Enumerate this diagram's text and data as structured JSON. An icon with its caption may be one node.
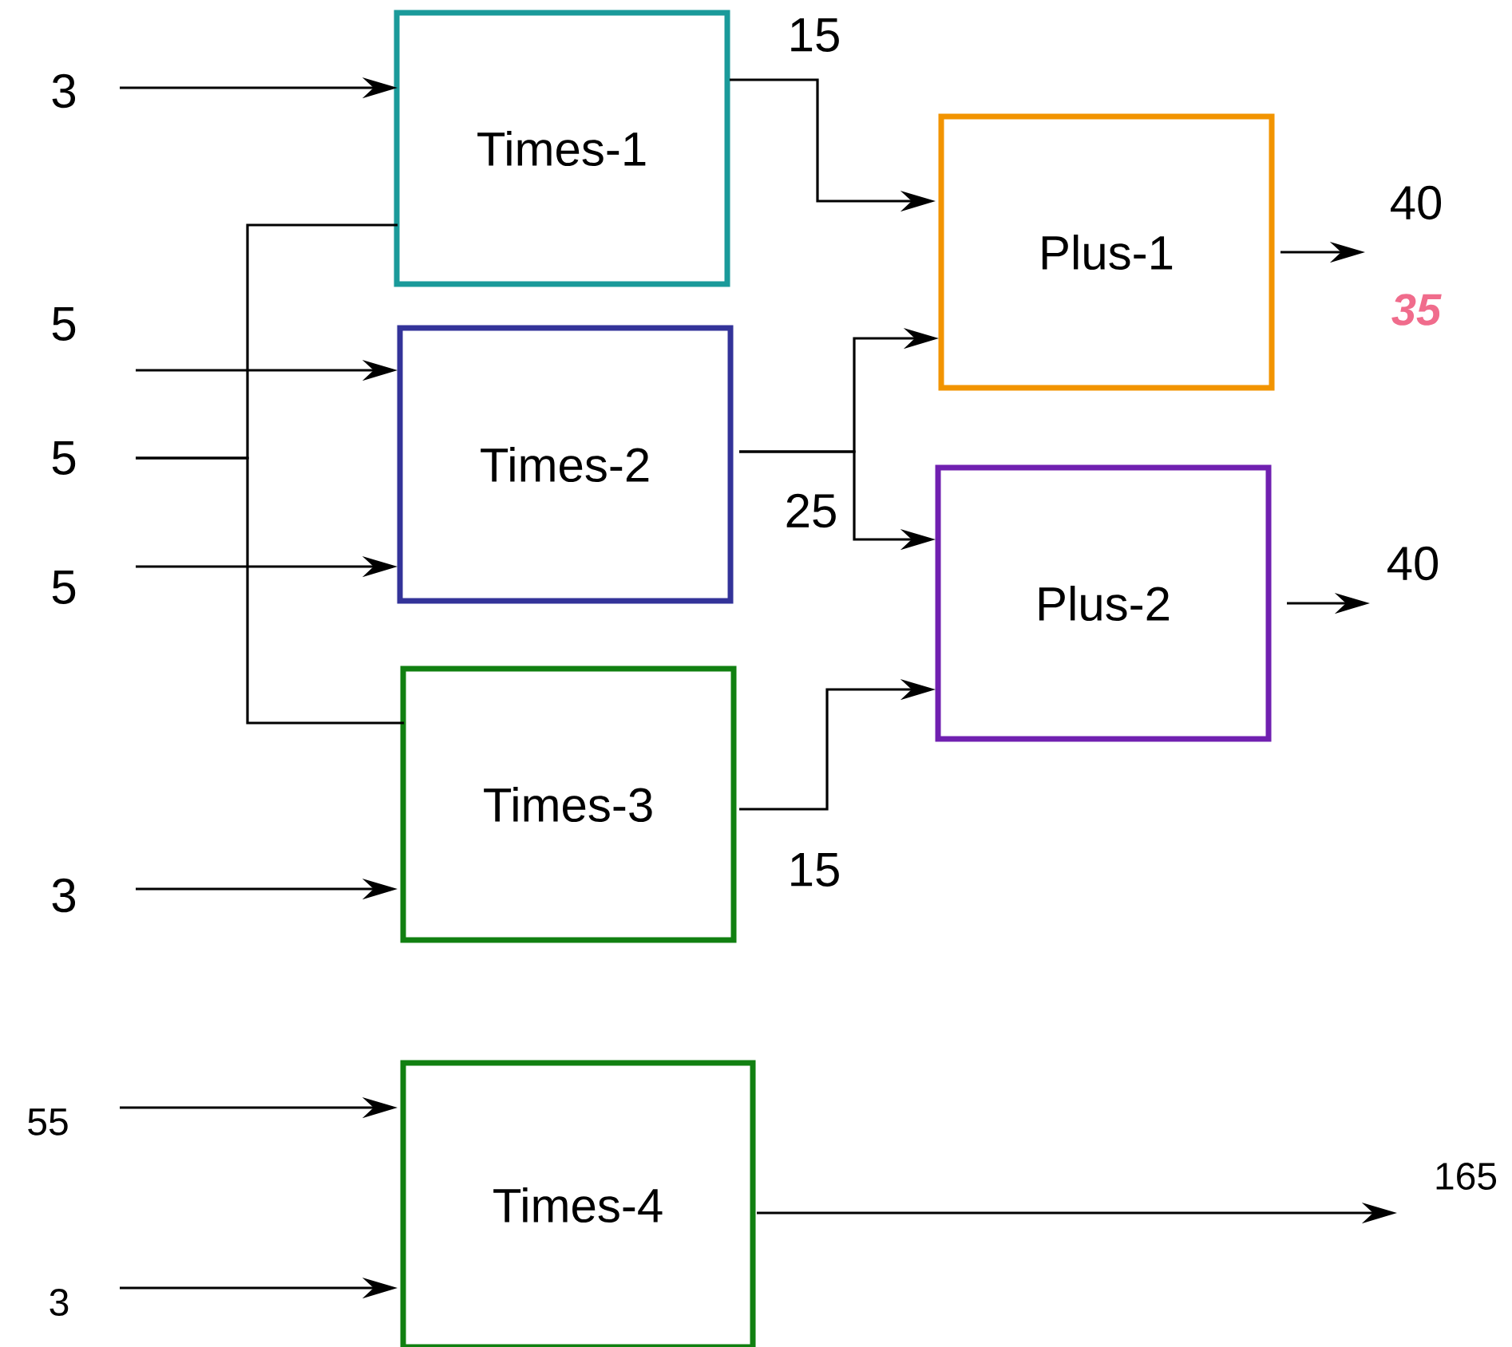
{
  "diagram": {
    "nodes": [
      {
        "text": [
          "3"
        ]
      },
      {
        "text": [
          "Times-1"
        ]
      },
      {
        "text": [
          "Plus-1"
        ]
      },
      {
        "text": [
          "40"
        ],
        "beside": [
          "35"
        ]
      },
      {
        "text": [
          "5"
        ]
      },
      {
        "text": [
          "Times-2"
        ]
      },
      {
        "text": [
          "5"
        ]
      },
      {
        "text": [
          "Plus-2"
        ]
      },
      {
        "text": [
          "40"
        ]
      },
      {
        "text": [
          "5"
        ]
      },
      {
        "text": [
          "Times-3"
        ]
      },
      {
        "text": [
          "3"
        ]
      },
      {
        "text": [
          "55"
        ]
      },
      {
        "text": [
          "Times-4"
        ]
      },
      {
        "text": [
          "165"
        ]
      },
      {
        "text": [
          "3"
        ]
      }
    ],
    "edges": [
      {
        "from": 0,
        "to": 1,
        "arrow": "to"
      },
      {
        "from": 1,
        "to": 2,
        "arrow": "to",
        "label": "15"
      },
      {
        "from": 2,
        "to": 3,
        "arrow": "to"
      },
      {
        "from": 4,
        "to": 5,
        "arrow": "to"
      },
      {
        "from": 6,
        "to": 1,
        "arrow": "none"
      },
      {
        "from": 6,
        "to": 10,
        "arrow": "none"
      },
      {
        "from": 5,
        "to": 2,
        "arrow": "to"
      },
      {
        "from": 5,
        "to": 7,
        "arrow": "to",
        "label": "25"
      },
      {
        "from": 9,
        "to": 5,
        "arrow": "to"
      },
      {
        "from": 7,
        "to": 8,
        "arrow": "to"
      },
      {
        "from": 10,
        "to": 7,
        "arrow": "to",
        "label": "15"
      },
      {
        "from": 11,
        "to": 10,
        "arrow": "to"
      },
      {
        "from": 12,
        "to": 13,
        "arrow": "to"
      },
      {
        "from": 13,
        "to": 14,
        "arrow": "to"
      },
      {
        "from": 15,
        "to": 13,
        "arrow": "to"
      }
    ]
  }
}
